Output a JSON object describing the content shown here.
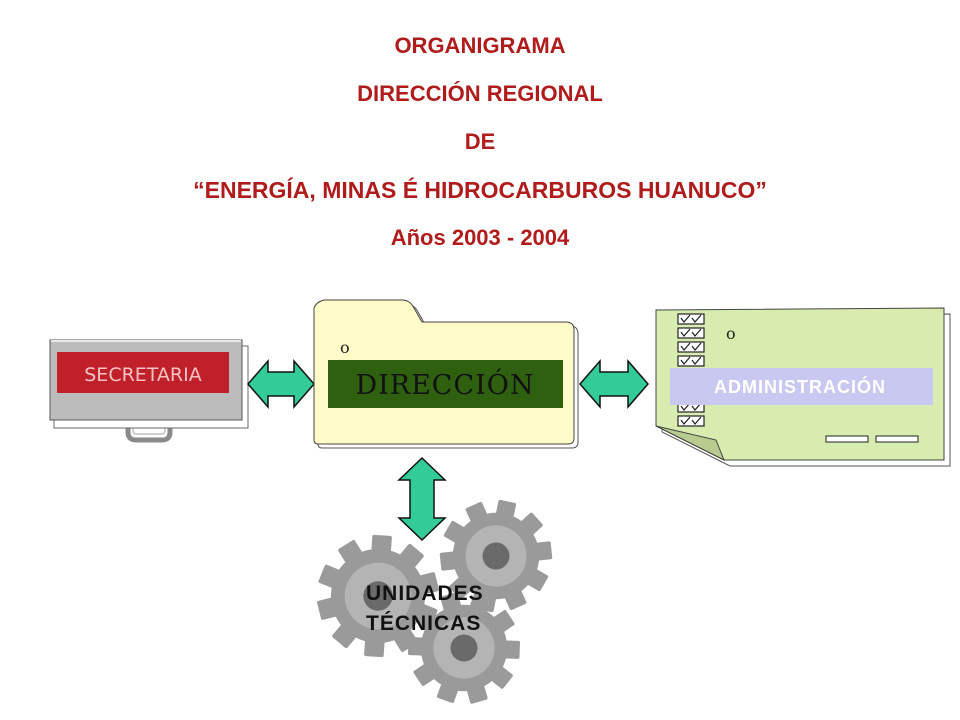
{
  "title": {
    "line1": "ORGANIGRAMA",
    "line2": "DIRECCIÓN REGIONAL",
    "line3": "DE",
    "line4": "“ENERGÍA, MINAS É HIDROCARBUROS  HUANUCO”",
    "line5": "Años 2003 - 2004"
  },
  "nodes": {
    "secretaria": "SECRETARIA",
    "direccion": "DIRECCIÓN",
    "administracion": "ADMINISTRACIÓN",
    "unidades_line1": "UNIDADES",
    "unidades_line2": "TÉCNICAS",
    "folder_mark": "o",
    "doc_mark": "o"
  },
  "colors": {
    "title": "#b01c1c",
    "secretaria_label_bg": "#c0202a",
    "direccion_label_bg": "#2e6010",
    "administracion_label_bg": "#c8c8f0",
    "folder": "#fffbc8",
    "document": "#d8ecb0",
    "arrow": "#33cc99",
    "gear": "#9a9a9a"
  },
  "icons": [
    "briefcase-icon",
    "folder-icon",
    "checklist-document-icon",
    "gears-icon",
    "double-arrow-icon"
  ]
}
